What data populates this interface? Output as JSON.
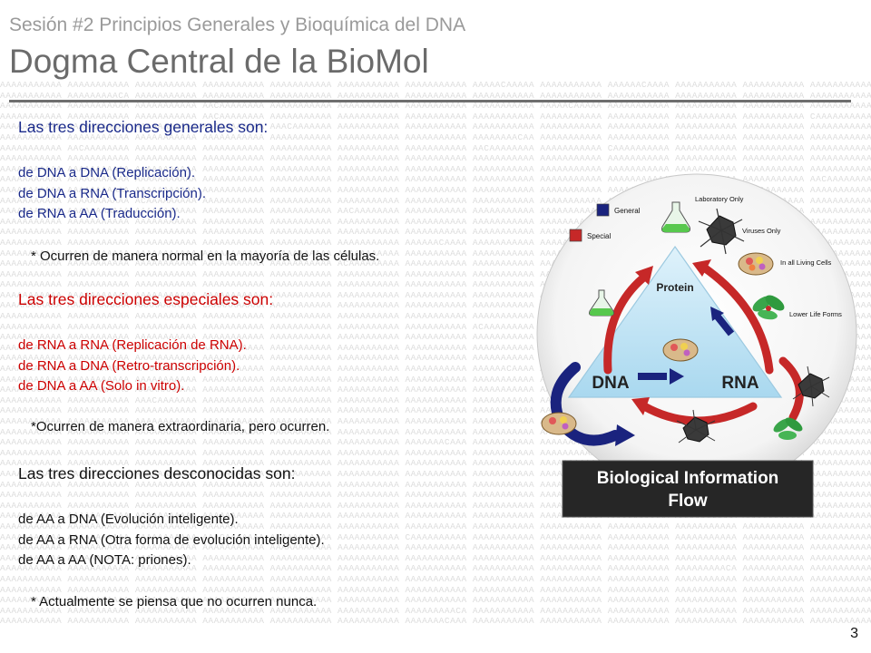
{
  "header": {
    "subtitle": "Sesión #2 Principios Generales y Bioquímica del DNA",
    "title": "Dogma Central de la BioMol"
  },
  "content": {
    "general_heading": "Las tres direcciones generales son:",
    "general_items": [
      "de DNA a DNA (Replicación).",
      "de DNA a RNA (Transcripción).",
      "de RNA a AA (Traducción)."
    ],
    "general_note": "* Ocurren de manera normal en la mayoría de las células.",
    "special_heading": "Las tres direcciones especiales son:",
    "special_items": [
      "de RNA a RNA (Replicación de RNA).",
      "de RNA a DNA (Retro-transcripción).",
      "de DNA a AA (Solo in vitro)."
    ],
    "special_note": "*Ocurren de manera extraordinaria, pero ocurren.",
    "unknown_heading": "Las tres direcciones desconocidas son:",
    "unknown_items": [
      "de AA a DNA (Evolución inteligente).",
      "de AA a RNA (Otra forma de evolución inteligente).",
      "de AA a AA (NOTA: priones)."
    ],
    "unknown_note": "* Actualmente se piensa que no ocurren nunca."
  },
  "diagram": {
    "legend_general": "General",
    "legend_special": "Special",
    "nodes": {
      "protein": "Protein",
      "dna": "DNA",
      "rna": "RNA"
    },
    "labels": {
      "laboratory_only": "Laboratory Only",
      "viruses_only": "Viruses Only",
      "all_living_cells": "In all Living Cells",
      "lower_life_forms": "Lower Life Forms"
    },
    "banner_line1": "Biological Information",
    "banner_line2": "Flow",
    "colors": {
      "general": "#1a237e",
      "special": "#c62828",
      "triangle": "#bfe3f4",
      "banner": "#2a2a2a"
    }
  },
  "footer": {
    "page_number": "3"
  }
}
